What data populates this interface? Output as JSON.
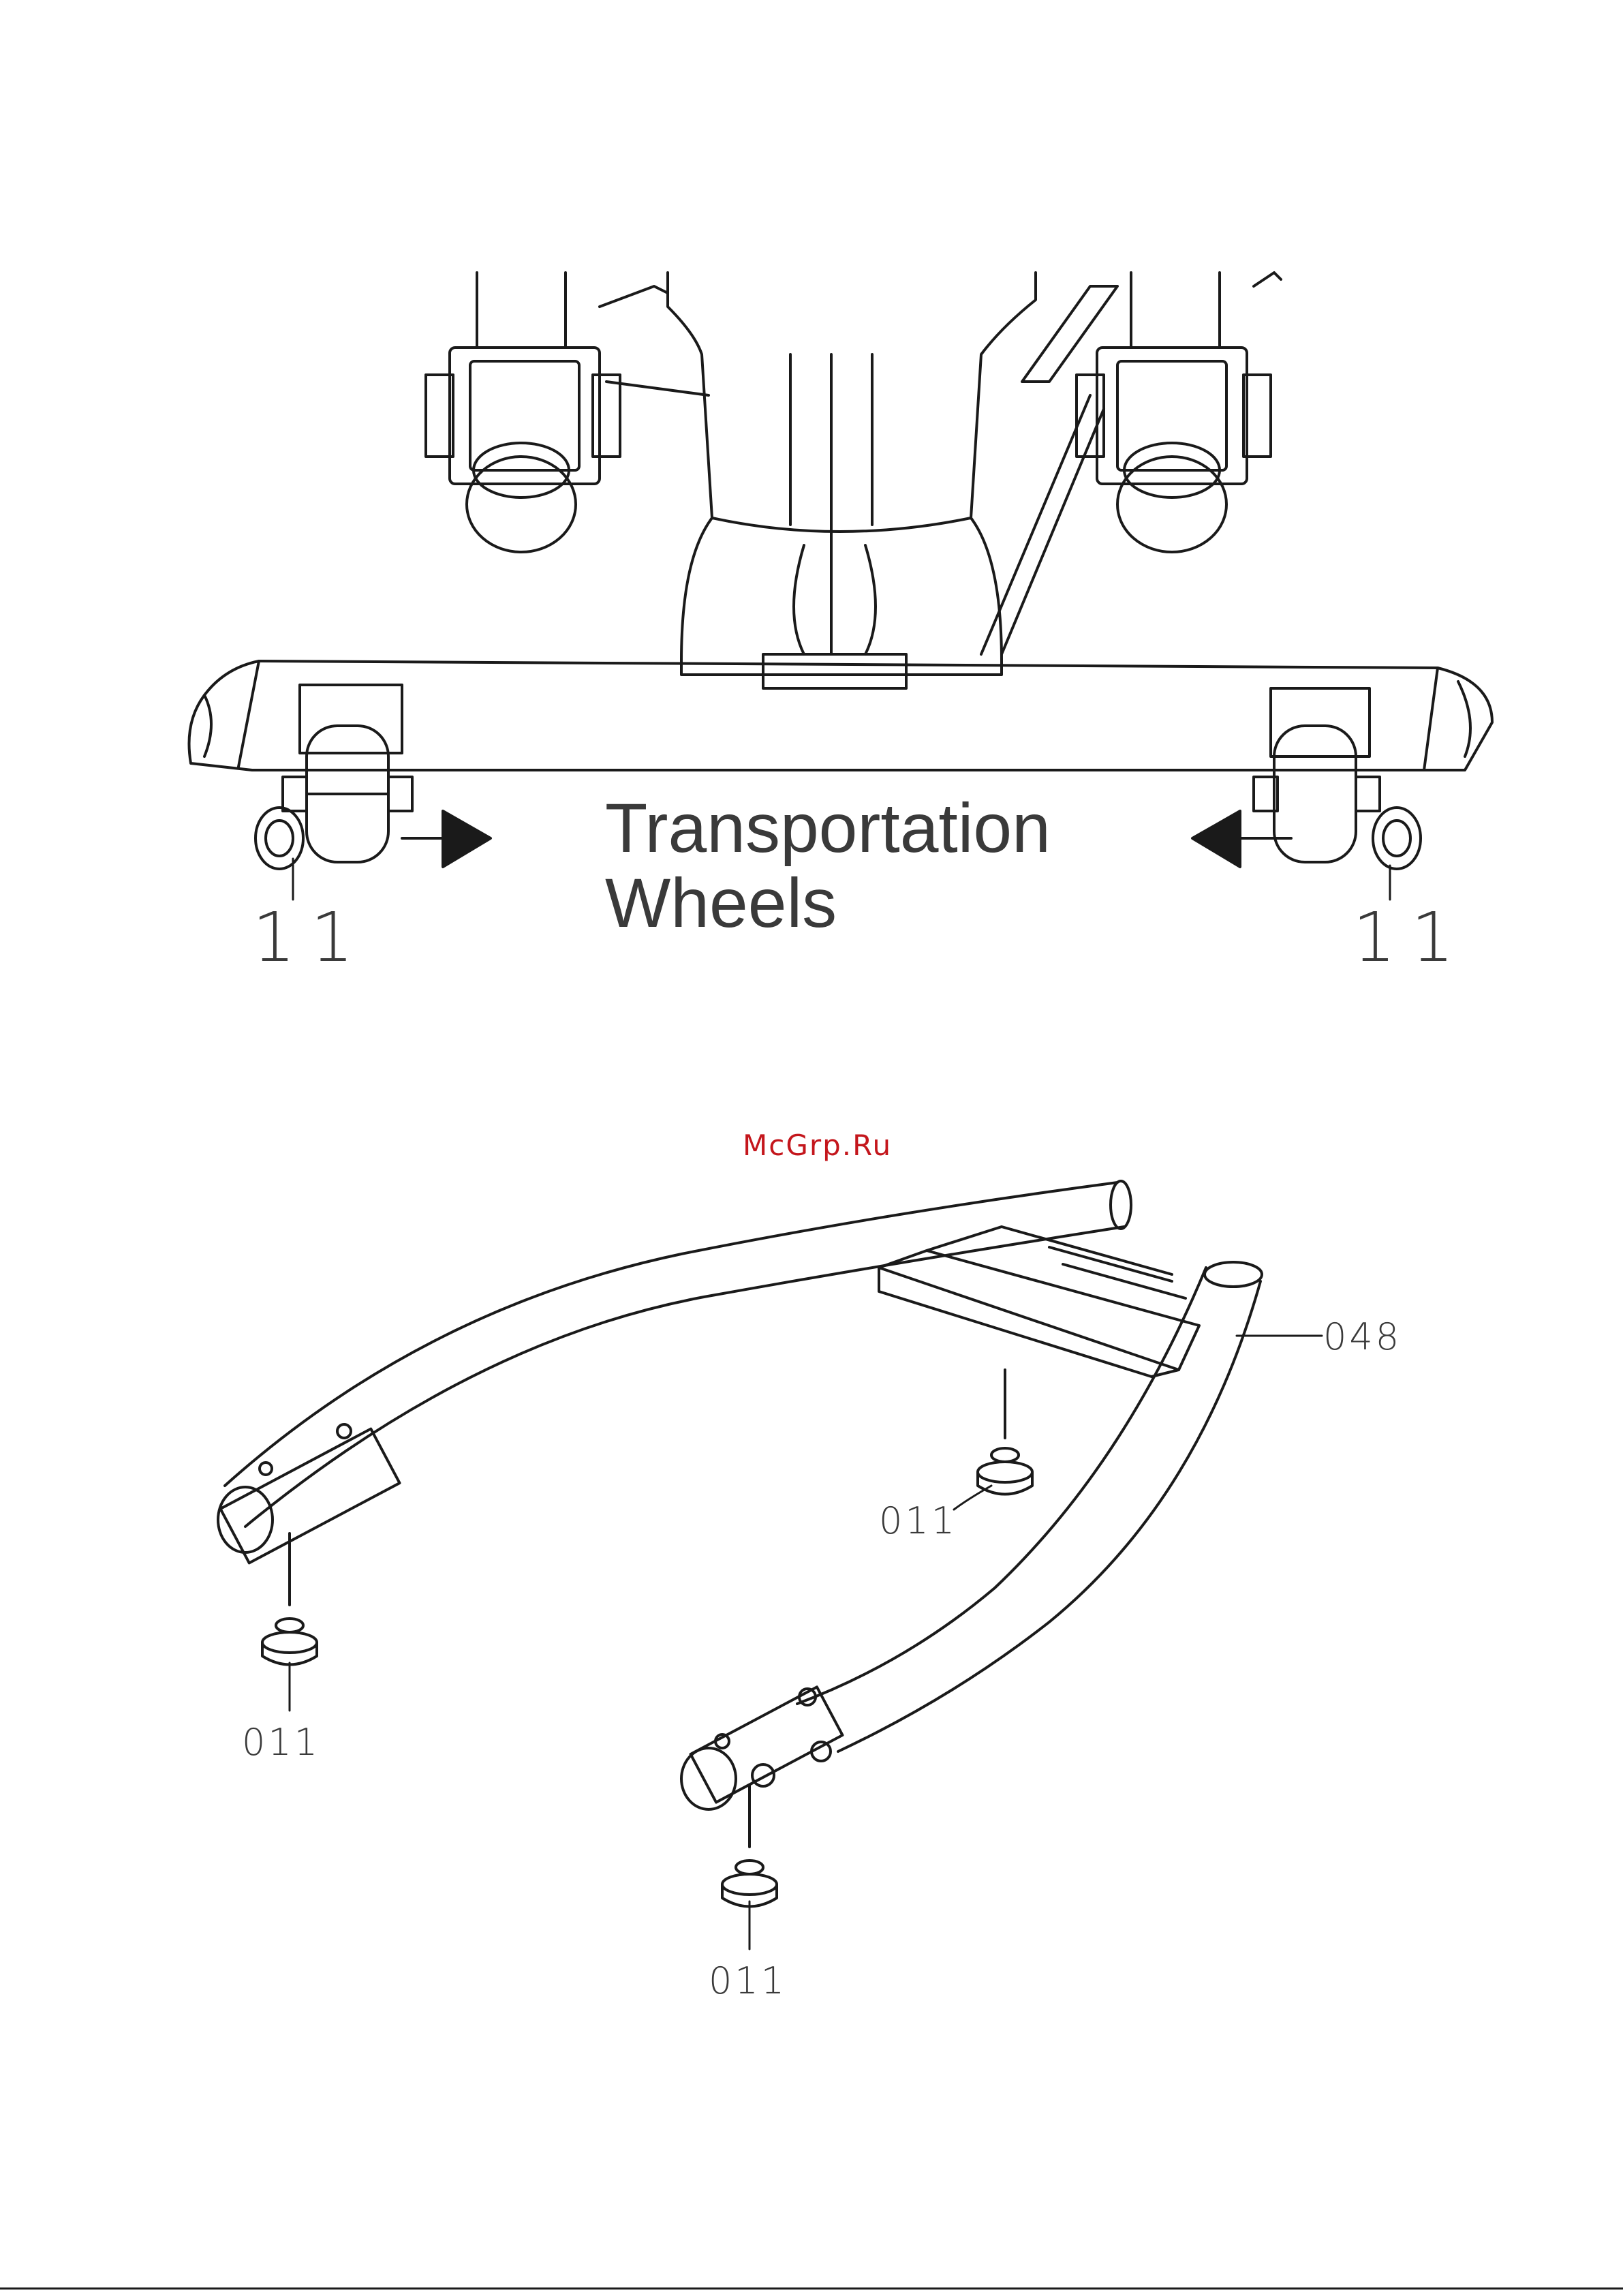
{
  "figure1": {
    "label_line1": "Transportation",
    "label_line2": "Wheels",
    "left_callout": "11",
    "right_callout": "11"
  },
  "watermark": "McGrp.Ru",
  "figure2": {
    "frame_callout": "048",
    "foot_callout_left": "011",
    "foot_callout_mid": "011",
    "foot_callout_bottom": "011"
  },
  "colors": {
    "line": "#1a1a1a",
    "text": "#3a3a3a",
    "watermark": "#c4161c"
  }
}
